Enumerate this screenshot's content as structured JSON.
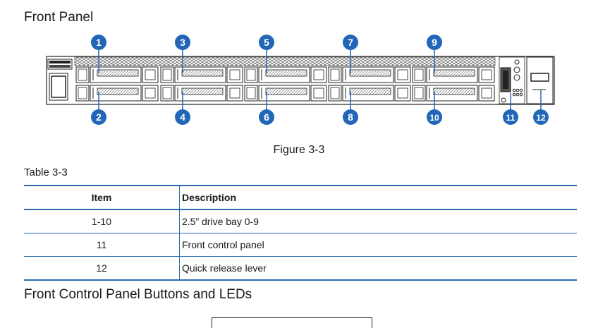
{
  "sections": {
    "front_panel_title": "Front Panel",
    "control_panel_title": "Front Control Panel Buttons and LEDs"
  },
  "figure": {
    "caption": "Figure 3-3",
    "callouts_top": [
      "1",
      "3",
      "5",
      "7",
      "9"
    ],
    "callouts_bottom": [
      "2",
      "4",
      "6",
      "8",
      "10"
    ],
    "callout_control_panel": "11",
    "callout_release_lever": "12",
    "callout_color": "#2266b8"
  },
  "table": {
    "label": "Table 3-3",
    "headers": {
      "item": "Item",
      "description": "Description"
    },
    "rows": [
      {
        "item": "1-10",
        "description": "2.5” drive bay 0-9"
      },
      {
        "item": "11",
        "description": "Front control panel"
      },
      {
        "item": "12",
        "description": "Quick release lever"
      }
    ],
    "border_color": "#2a6ab3"
  }
}
